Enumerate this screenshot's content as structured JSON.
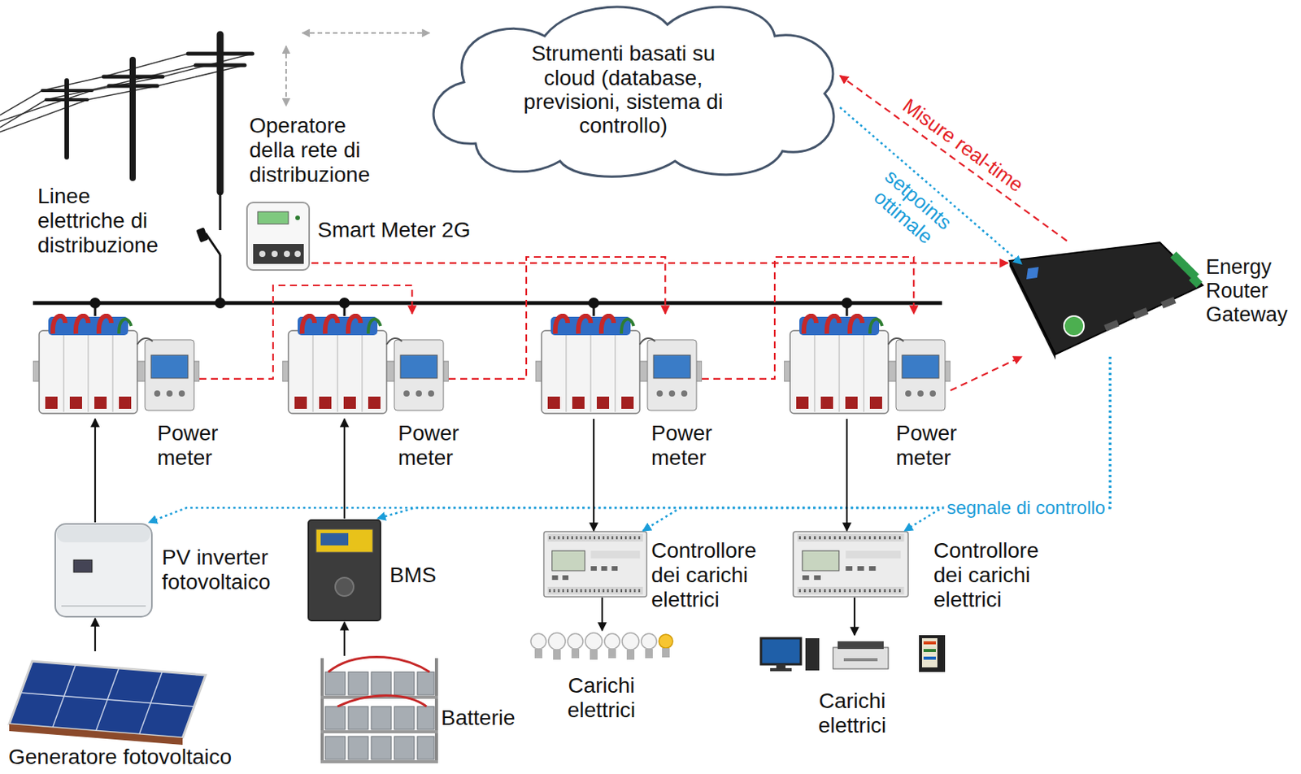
{
  "diagram": {
    "nodes": [
      {
        "text": [
          "Strumenti basati su cloud (database, previsioni, sistema di controllo)"
        ]
      },
      {
        "text": [
          "Smart Meter 2G"
        ]
      },
      {
        "text": [
          "Energy Router Gateway"
        ]
      },
      {
        "text": [
          "Power meter"
        ]
      },
      {
        "text": [
          "Power meter"
        ]
      },
      {
        "text": [
          "Power meter"
        ]
      },
      {
        "text": [
          "Power meter"
        ]
      },
      {
        "text": [
          "PV inverter fotovoltaico"
        ]
      },
      {
        "text": [
          "BMS"
        ]
      },
      {
        "text": [
          "Controllore dei carichi elettrici"
        ]
      },
      {
        "text": [
          "Controllore dei carichi elettrici"
        ]
      },
      {
        "text": [
          "Generatore fotovoltaico"
        ]
      },
      {
        "text": [
          "Batterie"
        ]
      },
      {
        "text": [
          "Carichi elettrici"
        ]
      },
      {
        "text": [
          "Carichi elettrici"
        ]
      }
    ],
    "edges": [
      {
        "from": 2,
        "to": 0,
        "arrow": "to",
        "label": "Misure real-time"
      },
      {
        "from": 0,
        "to": 2,
        "arrow": "to",
        "label": "setpoints ottimale"
      },
      {
        "from": 1,
        "to": 2,
        "arrow": "to"
      },
      {
        "from": 3,
        "to": 4,
        "arrow": "to"
      },
      {
        "from": 4,
        "to": 5,
        "arrow": "to"
      },
      {
        "from": 5,
        "to": 6,
        "arrow": "to"
      },
      {
        "from": 6,
        "to": 2,
        "arrow": "to"
      },
      {
        "from": 2,
        "to": 7,
        "arrow": "to"
      },
      {
        "from": 2,
        "to": 8,
        "arrow": "to"
      },
      {
        "from": 2,
        "to": 9,
        "arrow": "to"
      },
      {
        "from": 2,
        "to": 10,
        "arrow": "to",
        "label": "segnale di controllo"
      },
      {
        "from": 11,
        "to": 7,
        "arrow": "to"
      },
      {
        "from": 7,
        "to": 3,
        "arrow": "to"
      },
      {
        "from": 12,
        "to": 8,
        "arrow": "to"
      },
      {
        "from": 8,
        "to": 4,
        "arrow": "to"
      },
      {
        "from": 5,
        "to": 9,
        "arrow": "to"
      },
      {
        "from": 9,
        "to": 13,
        "arrow": "to"
      },
      {
        "from": 6,
        "to": 10,
        "arrow": "to"
      },
      {
        "from": 10,
        "to": 14,
        "arrow": "to"
      }
    ],
    "labels": [
      "Linee elettriche di distribuzione",
      "Operatore della rete di distribuzione"
    ]
  }
}
